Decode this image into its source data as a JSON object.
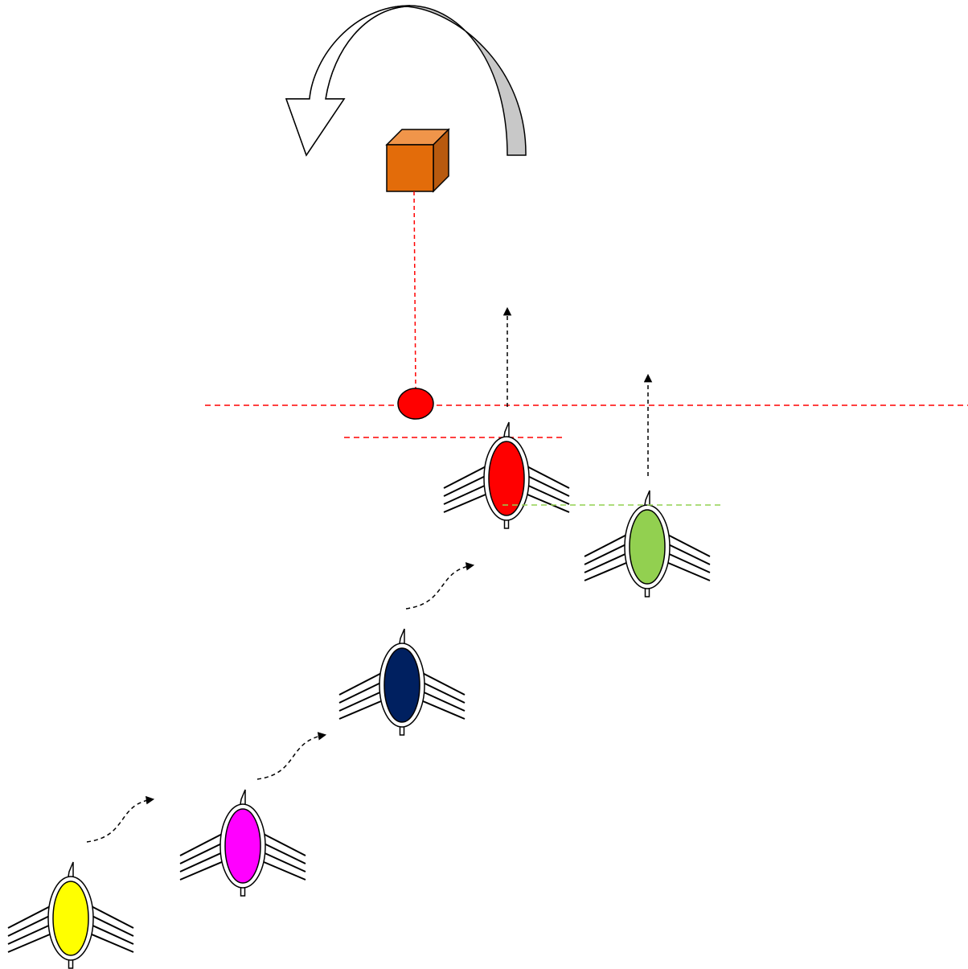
{
  "diagram": {
    "colors": {
      "background": "#ffffff",
      "outline": "#000000",
      "guide_red": "#ff0000",
      "guide_green": "#92d050",
      "arrow_gray": "#c8c8c8",
      "arrow_white": "#ffffff",
      "cube_front": "#e36c0a",
      "cube_top": "#f0954a",
      "cube_side": "#b85a0f",
      "target_dot": "#ff0000"
    },
    "icons": {
      "rotation": "curved-rotation-arrow-icon",
      "object": "orange-cube-icon",
      "target": "red-dot-icon"
    },
    "units": [
      {
        "name": "yellow-unit",
        "color": "#ffff00"
      },
      {
        "name": "magenta-unit",
        "color": "#ff00ff"
      },
      {
        "name": "navy-unit",
        "color": "#002060"
      },
      {
        "name": "red-unit",
        "color": "#ff0000"
      },
      {
        "name": "green-unit",
        "color": "#92d050"
      }
    ]
  }
}
